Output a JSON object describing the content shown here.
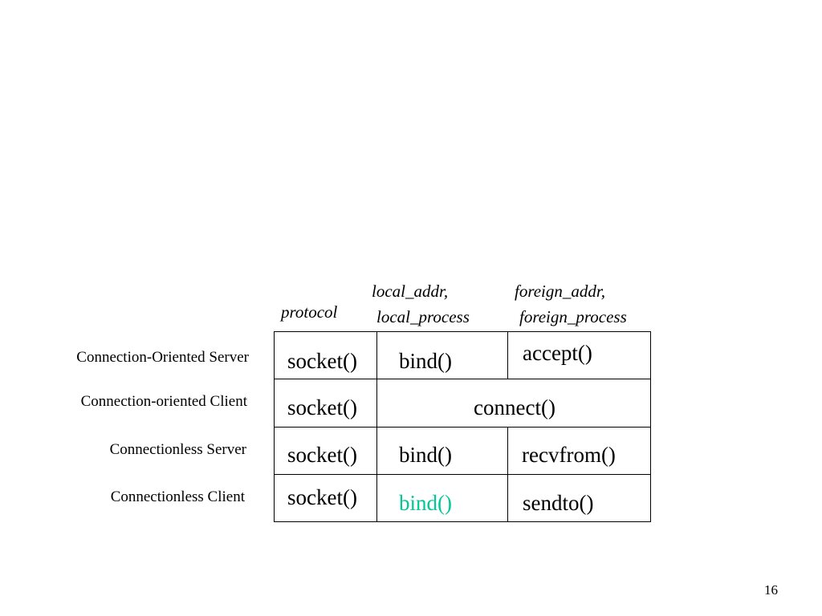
{
  "headers": {
    "protocol": "protocol",
    "local_line1": "local_addr,",
    "local_line2": "local_process",
    "foreign_line1": "foreign_addr,",
    "foreign_line2": "foreign_process"
  },
  "rows": [
    {
      "label": "Connection-Oriented Server",
      "protocol": "socket()",
      "local": "bind()",
      "foreign": "accept()"
    },
    {
      "label": "Connection-oriented Client",
      "protocol": "socket()",
      "spanning": "connect()"
    },
    {
      "label": "Connectionless Server",
      "protocol": "socket()",
      "local": "bind()",
      "foreign": "recvfrom()"
    },
    {
      "label": "Connectionless Client",
      "protocol": "socket()",
      "local": "bind()",
      "foreign": "sendto()"
    }
  ],
  "colors": {
    "highlight": "#00c896",
    "text": "#000000"
  },
  "page_number": "16"
}
